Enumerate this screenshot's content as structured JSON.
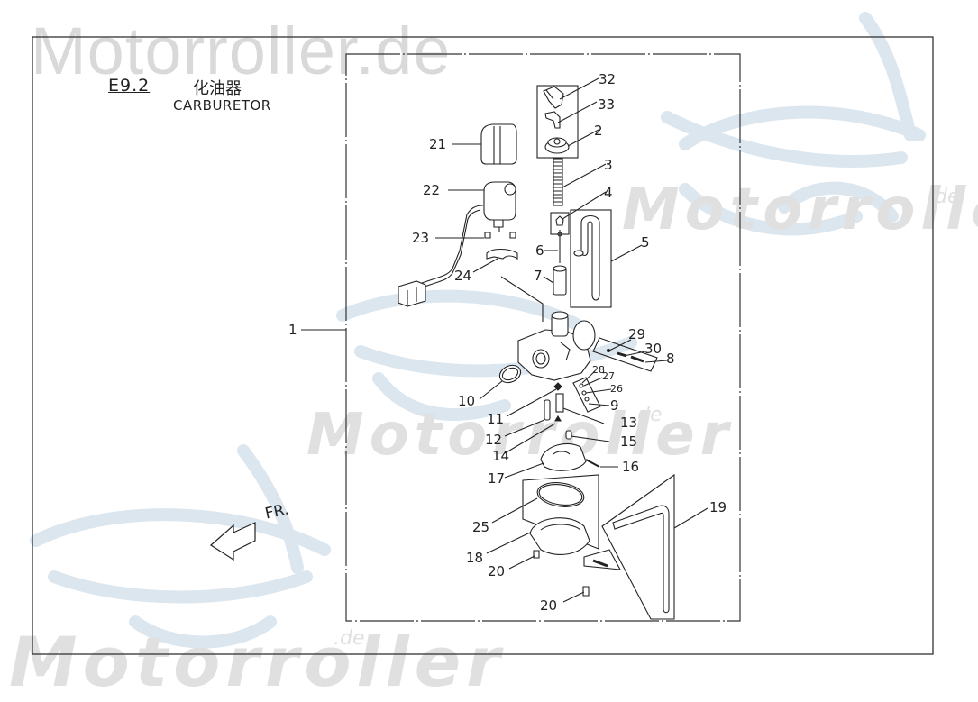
{
  "watermark": {
    "brand_top": "Motorroller.de",
    "brand_italic": "Motorroller",
    "suffix": ".de"
  },
  "header": {
    "section_code": "E9.2",
    "title_cn": "化油器",
    "title_en": "CARBURETOR"
  },
  "direction": {
    "label": "FR.",
    "icon": "front-direction-arrow-icon"
  },
  "colors": {
    "line": "#222222",
    "frame": "#333333",
    "watermark_gray": "#dcdcdc",
    "watermark_blue": "#dbe6ef"
  },
  "callouts": [
    {
      "id": "1",
      "label": "1"
    },
    {
      "id": "2",
      "label": "2"
    },
    {
      "id": "3",
      "label": "3"
    },
    {
      "id": "4",
      "label": "4"
    },
    {
      "id": "5",
      "label": "5"
    },
    {
      "id": "6",
      "label": "6"
    },
    {
      "id": "7",
      "label": "7"
    },
    {
      "id": "8",
      "label": "8"
    },
    {
      "id": "9",
      "label": "9"
    },
    {
      "id": "10",
      "label": "10"
    },
    {
      "id": "11",
      "label": "11"
    },
    {
      "id": "12",
      "label": "12"
    },
    {
      "id": "13",
      "label": "13"
    },
    {
      "id": "14",
      "label": "14"
    },
    {
      "id": "15",
      "label": "15"
    },
    {
      "id": "16",
      "label": "16"
    },
    {
      "id": "17",
      "label": "17"
    },
    {
      "id": "18",
      "label": "18"
    },
    {
      "id": "19",
      "label": "19"
    },
    {
      "id": "20a",
      "label": "20"
    },
    {
      "id": "20b",
      "label": "20"
    },
    {
      "id": "21",
      "label": "21"
    },
    {
      "id": "22",
      "label": "22"
    },
    {
      "id": "23",
      "label": "23"
    },
    {
      "id": "24",
      "label": "24"
    },
    {
      "id": "25",
      "label": "25"
    },
    {
      "id": "26",
      "label": "26"
    },
    {
      "id": "27",
      "label": "27"
    },
    {
      "id": "28",
      "label": "28"
    },
    {
      "id": "29",
      "label": "29"
    },
    {
      "id": "30",
      "label": "30"
    },
    {
      "id": "32",
      "label": "32"
    },
    {
      "id": "33",
      "label": "33"
    }
  ]
}
